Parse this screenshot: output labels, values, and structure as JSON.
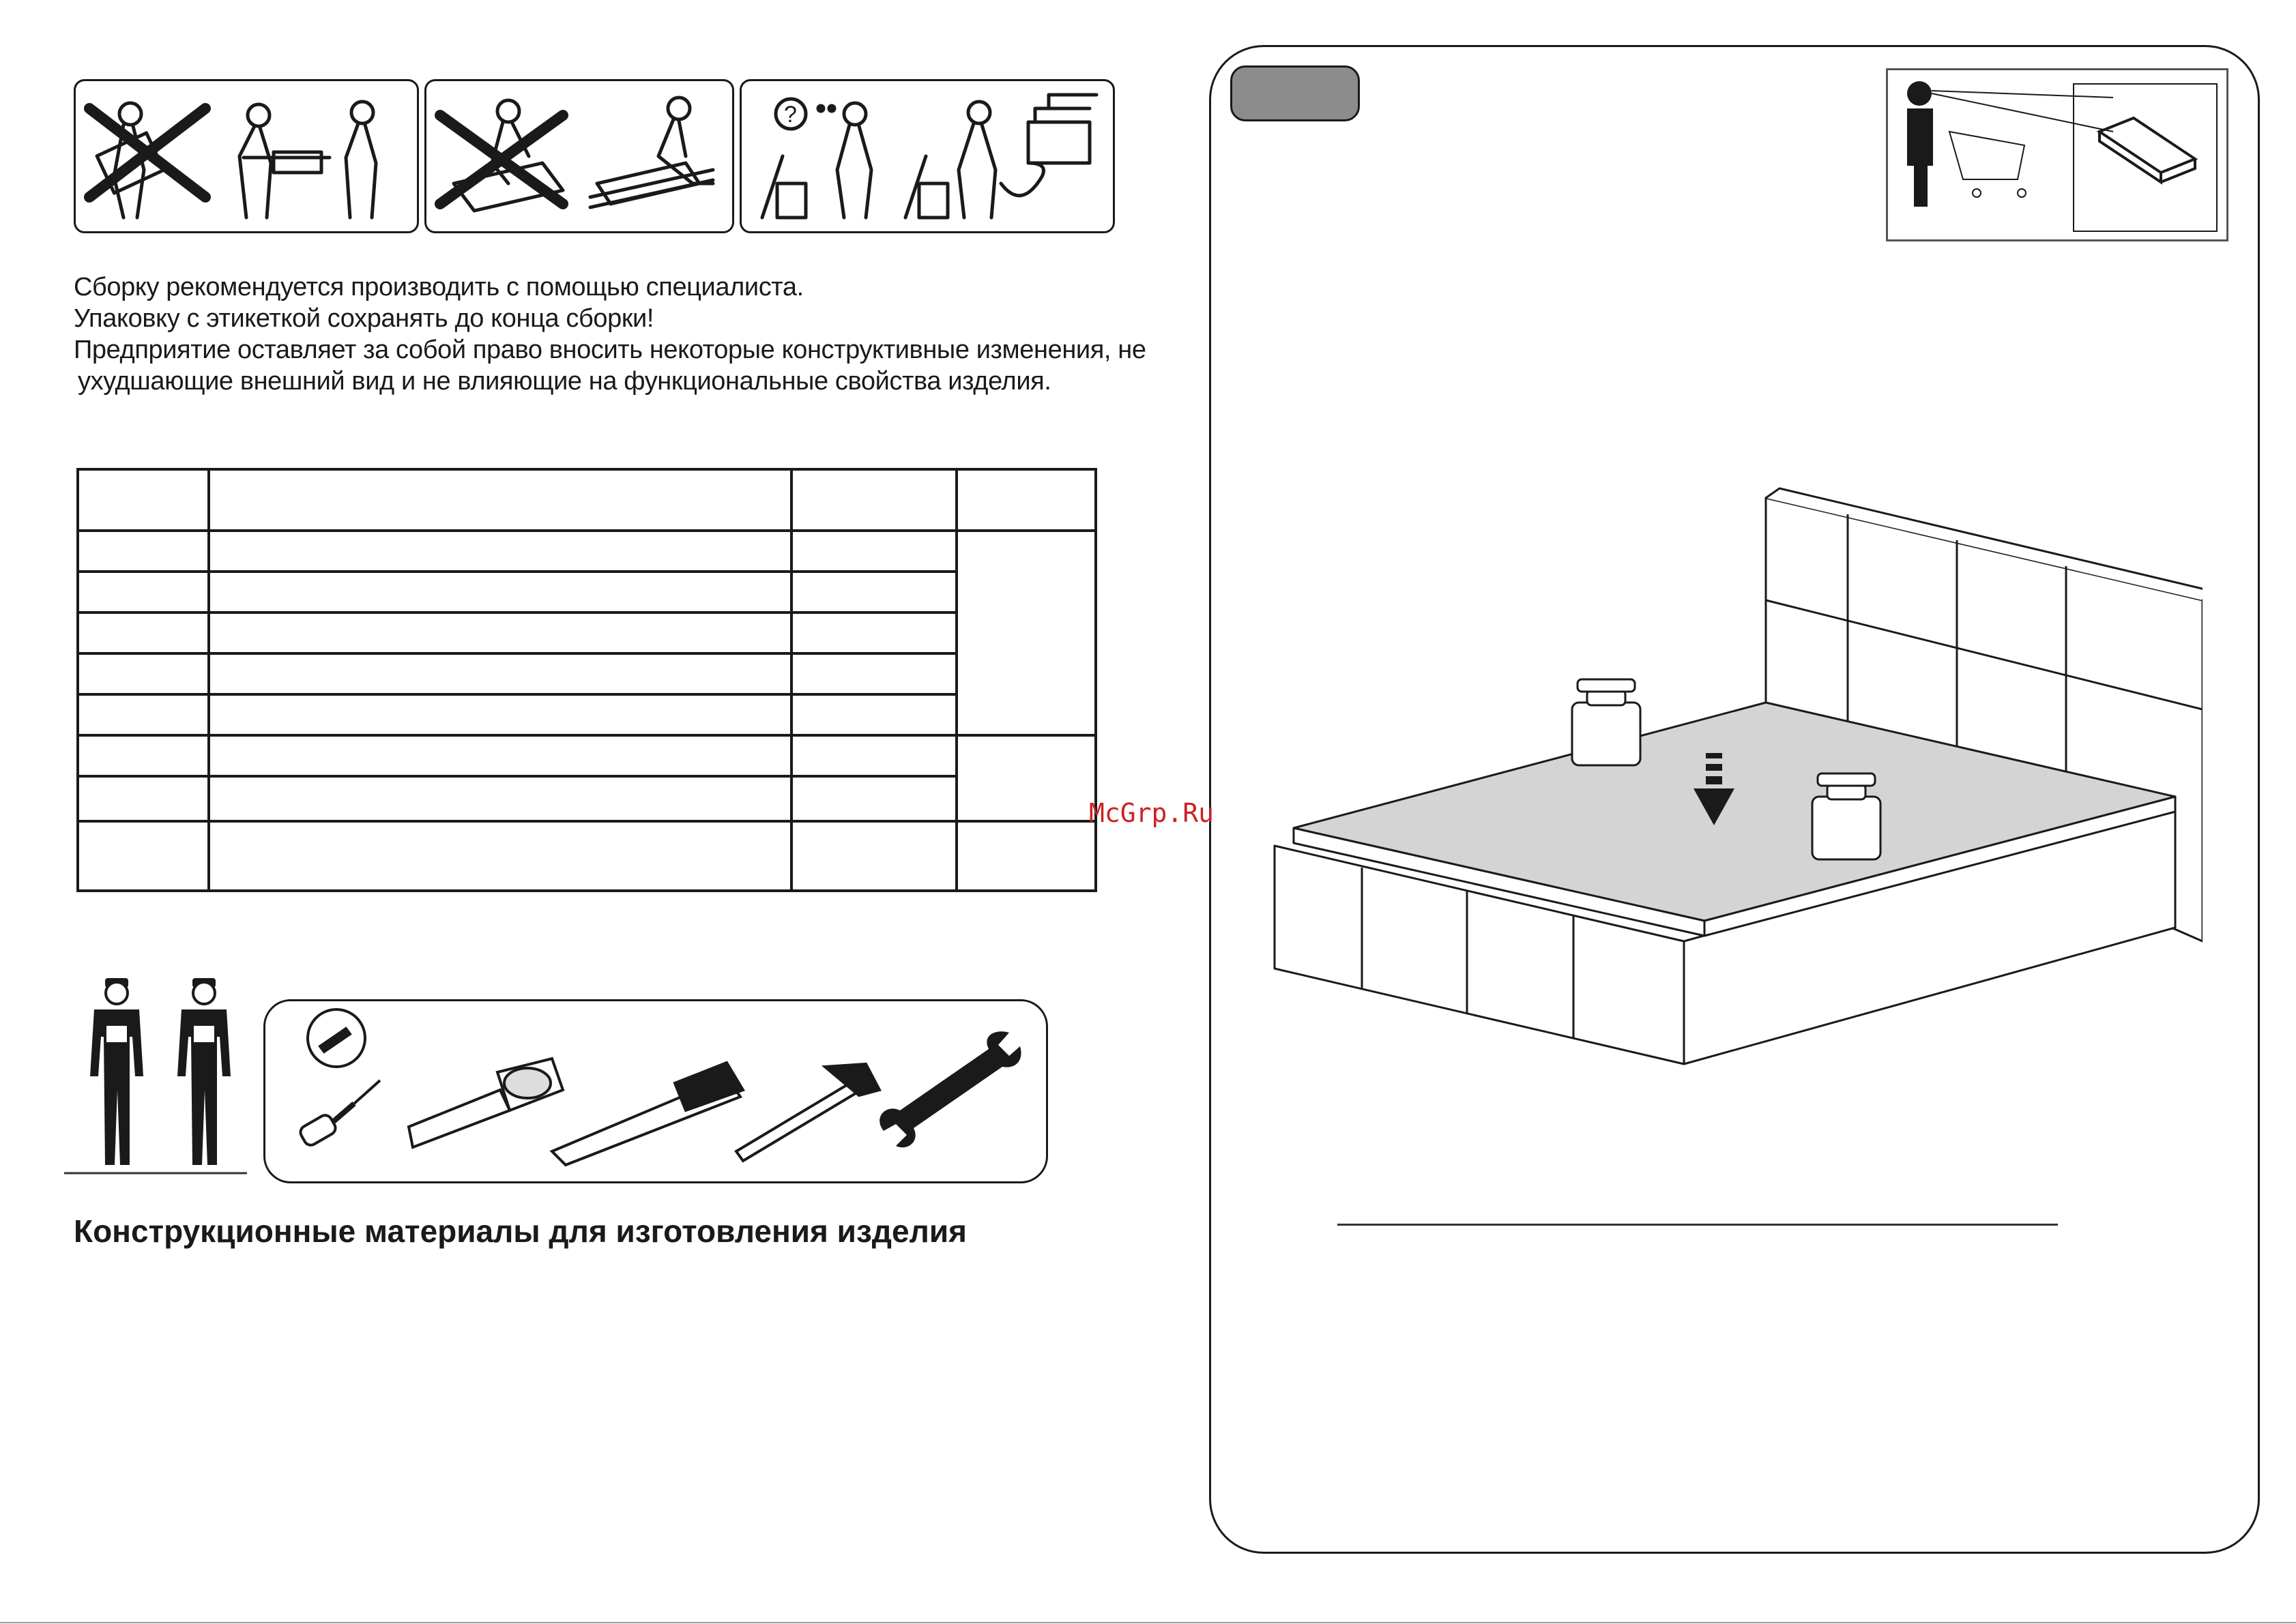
{
  "notes": {
    "line1": "Сборку рекомендуется производить с помощью специалиста.",
    "line2": "Упаковку с этикеткой сохранять до конца сборки!",
    "line3": "Предприятие оставляет за собой право вносить некоторые конструктивные изменения, не",
    "line4": "ухудшающие внешний вид и не влияющие на функциональные свойства изделия."
  },
  "icons": {
    "pictogram_handling": "carry-together-icon",
    "pictogram_unpack": "unpack-on-soft-surface-icon",
    "pictogram_help": "ask-help-phone-icon",
    "workers": "two-workers-icon",
    "tools": [
      "screwdriver-bits-icon",
      "screwdriver-icon",
      "tape-measure-icon",
      "utility-knife-icon",
      "hammer-icon",
      "wrench-icon"
    ],
    "view": "customer-view-icon"
  },
  "materials_title": "Конструкционные материалы для изготовления изделия",
  "watermark": "McGrp.Ru",
  "colors": {
    "step_tab": "#8c8c8c",
    "mattress_top": "#d4d4d4",
    "watermark": "#cc2222"
  }
}
